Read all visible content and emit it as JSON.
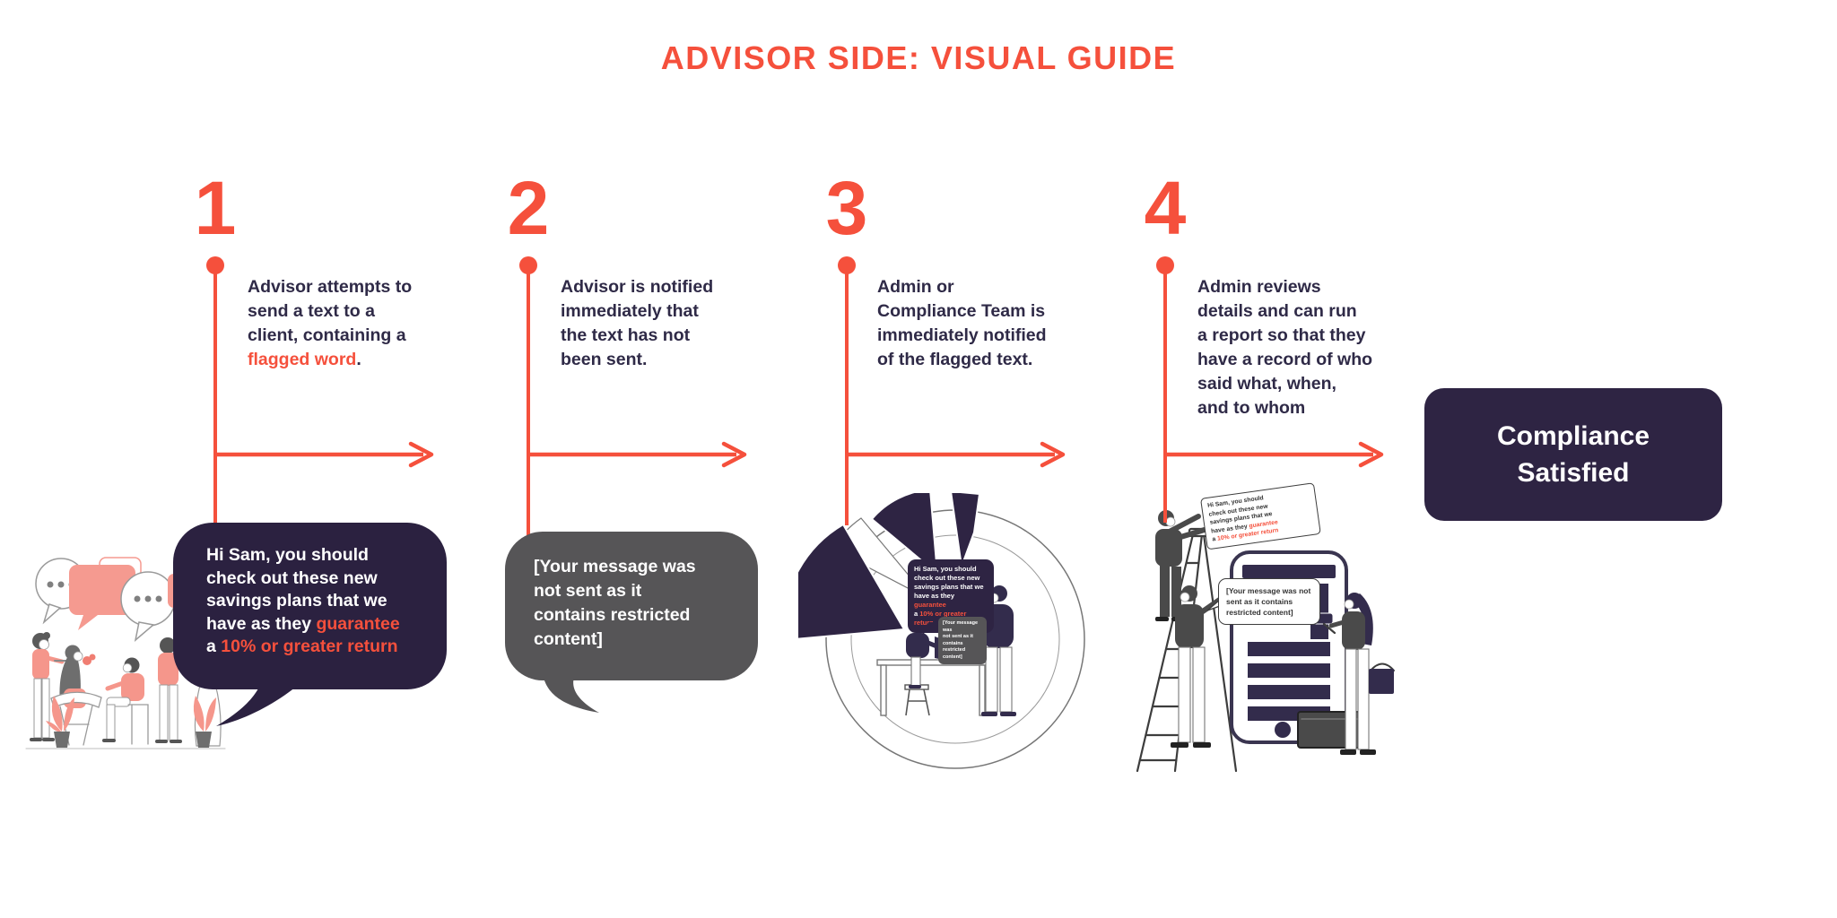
{
  "title": "ADVISOR SIDE: VISUAL GUIDE",
  "colors": {
    "accent": "#F5503C",
    "dark_navy": "#2E2443",
    "bubble_dark": "#2B2140",
    "bubble_gray": "#565557",
    "salmon": "#F59A90",
    "text_ink": "#2F2A47"
  },
  "steps": [
    {
      "number": "1",
      "desc_pre": "Advisor attempts to\nsend a text to a\nclient, containing a\n",
      "desc_hl": "flagged word",
      "desc_post": "."
    },
    {
      "number": "2",
      "desc_pre": "Advisor is notified\nimmediately that\nthe text has not\nbeen sent.",
      "desc_hl": "",
      "desc_post": ""
    },
    {
      "number": "3",
      "desc_pre": "Admin or\nCompliance Team is\nimmediately notified\nof the flagged text.",
      "desc_hl": "",
      "desc_post": ""
    },
    {
      "number": "4",
      "desc_pre": "Admin reviews\ndetails and can run\na report so that they\nhave a record of who\nsaid what, when,\nand to whom",
      "desc_hl": "",
      "desc_post": ""
    }
  ],
  "outcome_box": {
    "label": "Compliance\nSatisfied"
  },
  "messages": {
    "advisor": {
      "pre": "Hi Sam, you should\ncheck out these new\nsavings plans that we\nhave as they ",
      "hl1": "guarantee",
      "mid": "\na ",
      "hl2": "10% or greater return"
    },
    "system": "[Your message was\nnot sent as it\ncontains restricted\ncontent]",
    "system_inline": "[Your message was not sent as it contains restricted content]"
  }
}
